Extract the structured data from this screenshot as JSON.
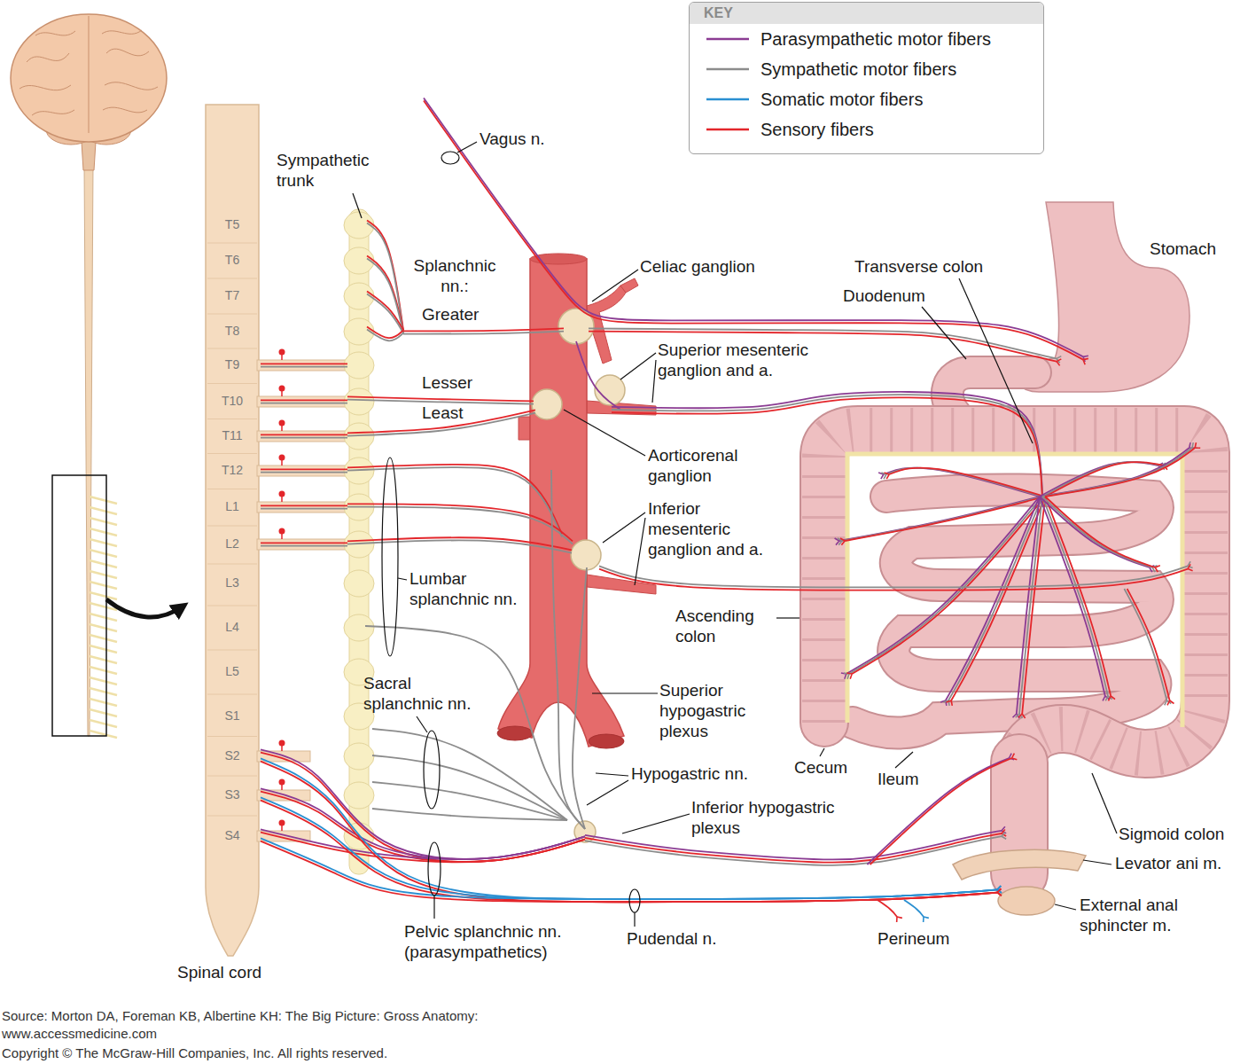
{
  "diagram": {
    "nodes": [
      {
        "text": [
          "KEY"
        ]
      }
    ],
    "labels": [
      "Vagus n.",
      "Sympathetic trunk",
      "Splanchnic nn.:",
      "Greater",
      "Celiac ganglion",
      "Transverse colon",
      "Stomach",
      "Duodenum",
      "Superior mesenteric ganglion and a.",
      "Lesser",
      "Least",
      "Aorticorenal ganglion",
      "Inferior mesenteric ganglion and a.",
      "Lumbar splanchnic nn.",
      "Ascending colon",
      "Sacral splanchnic nn.",
      "Superior hypogastric plexus",
      "Hypogastric nn.",
      "Cecum",
      "Ileum",
      "Inferior hypogastric plexus",
      "Sigmoid colon",
      "Levator ani m.",
      "External anal sphincter m.",
      "Pelvic splanchnic nn. (parasympathetics)",
      "Pudendal n.",
      "Perineum",
      "Spinal cord",
      "T5",
      "T6",
      "T7",
      "T8",
      "T9",
      "T10",
      "T11",
      "T12",
      "L1",
      "L2",
      "L3",
      "L4",
      "L5",
      "S1",
      "S2",
      "S3",
      "S4",
      "Source: Morton DA, Foreman KB, Albertine KH: The Big Picture: Gross Anatomy: www.accessmedicine.com",
      "Copyright © The McGraw-Hill Companies, Inc. All rights reserved."
    ],
    "legend": [
      {
        "text": "Parasympathetic motor fibers"
      },
      {
        "text": "Sympathetic motor fibers"
      },
      {
        "text": "Somatic motor fibers"
      },
      {
        "text": "Sensory fibers"
      }
    ]
  }
}
